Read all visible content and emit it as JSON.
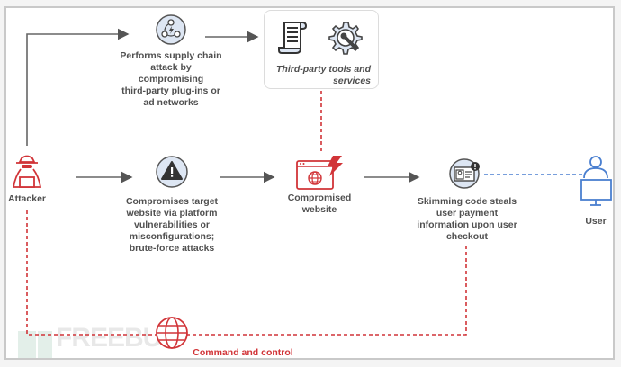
{
  "diagram": {
    "nodes": {
      "attacker": {
        "label": "Attacker",
        "icon": "hacker-icon"
      },
      "supply_chain": {
        "label_lines": [
          "Performs supply chain",
          "attack by compromising",
          "third-party plug-ins or",
          "ad networks"
        ],
        "icon": "network-bolt-icon"
      },
      "third_party": {
        "label_lines": [
          "Third-party tools and",
          "services"
        ],
        "icons": [
          "scroll-document-icon",
          "gear-wrench-icon"
        ]
      },
      "compromise": {
        "label_lines": [
          "Compromises target",
          "website via platform",
          "vulnerabilities or",
          "misconfigurations;",
          "brute-force attacks"
        ],
        "icon": "warning-icon"
      },
      "website": {
        "label_lines": [
          "Compromised",
          "website"
        ],
        "icon": "browser-globe-lightning-icon"
      },
      "skimming": {
        "label_lines": [
          "Skimming code steals",
          "user payment",
          "information upon user",
          "checkout"
        ],
        "icon": "id-card-alert-icon"
      },
      "user": {
        "label": "User",
        "icon": "user-computer-icon"
      },
      "c2": {
        "label": "Command and control",
        "icon": "globe-icon"
      }
    },
    "watermark": "FREEBUF",
    "colors": {
      "red": "#d13438",
      "blue": "#4a7fd0",
      "gray": "#505050",
      "icon_bg": "#dde6f3"
    }
  }
}
